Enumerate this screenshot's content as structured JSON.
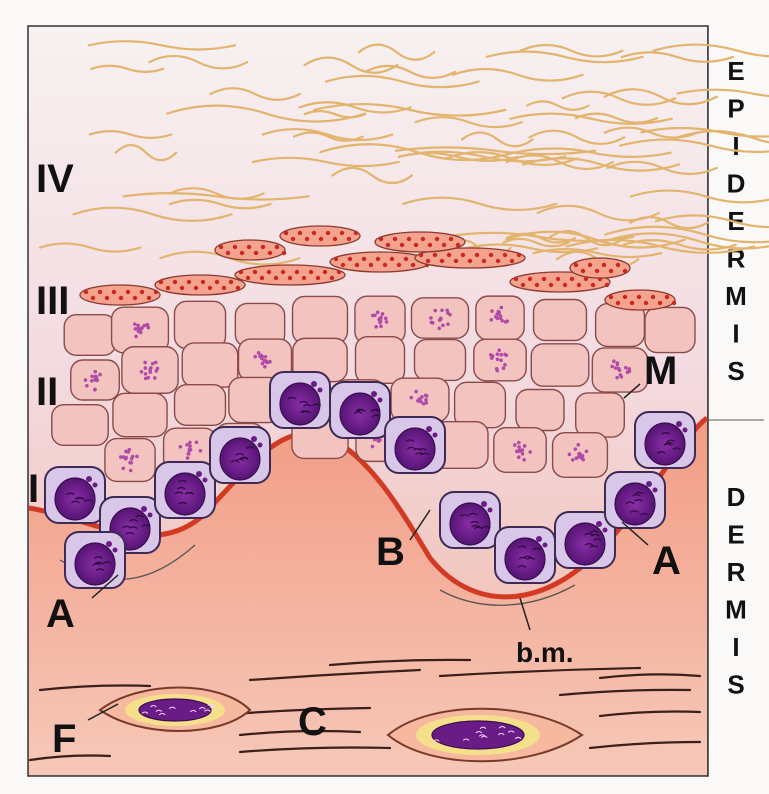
{
  "layer_labels": {
    "layer_iv": "IV",
    "layer_iii": "III",
    "layer_ii": "II",
    "layer_i": "I"
  },
  "structure_labels": {
    "melanocyte": "M",
    "basal_left": "A",
    "basal_right": "A",
    "basal_mid": "B",
    "basement_membrane": "b.m.",
    "fibroblast": "F",
    "collagen": "C"
  },
  "side_labels": {
    "epidermis": "EPIDERMIS",
    "dermis": "DERMIS"
  },
  "colors": {
    "background_top": "#f6eeee",
    "background_bottom": "#f2b7a6",
    "keratin_fibers": "#e3b46e",
    "granular_cell": "#d95e4c",
    "granule_dots": "#c8281f",
    "spinous_cell": "#f3c3c0",
    "basal_cell": "#d9c7ea",
    "nucleus": "#6a1c86",
    "basement_membrane": "#d23a23",
    "dermis": "#f4a68e"
  }
}
